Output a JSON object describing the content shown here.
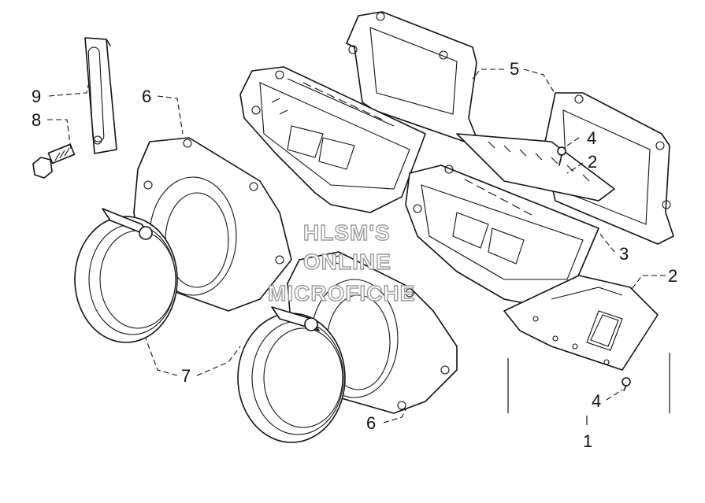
{
  "callouts": {
    "c9": "9",
    "c8": "8",
    "c6_top": "6",
    "c5": "5",
    "c4_top": "4",
    "c2_top": "2",
    "c3": "3",
    "c2_right": "2",
    "c7": "7",
    "c6_bottom": "6",
    "c4_bottom": "4",
    "c1": "1"
  },
  "watermark": {
    "line1": "HLSM'S",
    "line2": "ONLINE",
    "line3": "MICROFICHE"
  },
  "colors": {
    "ink": "#111111",
    "watermark_outline": "#9a9a9a",
    "background": "#ffffff"
  }
}
